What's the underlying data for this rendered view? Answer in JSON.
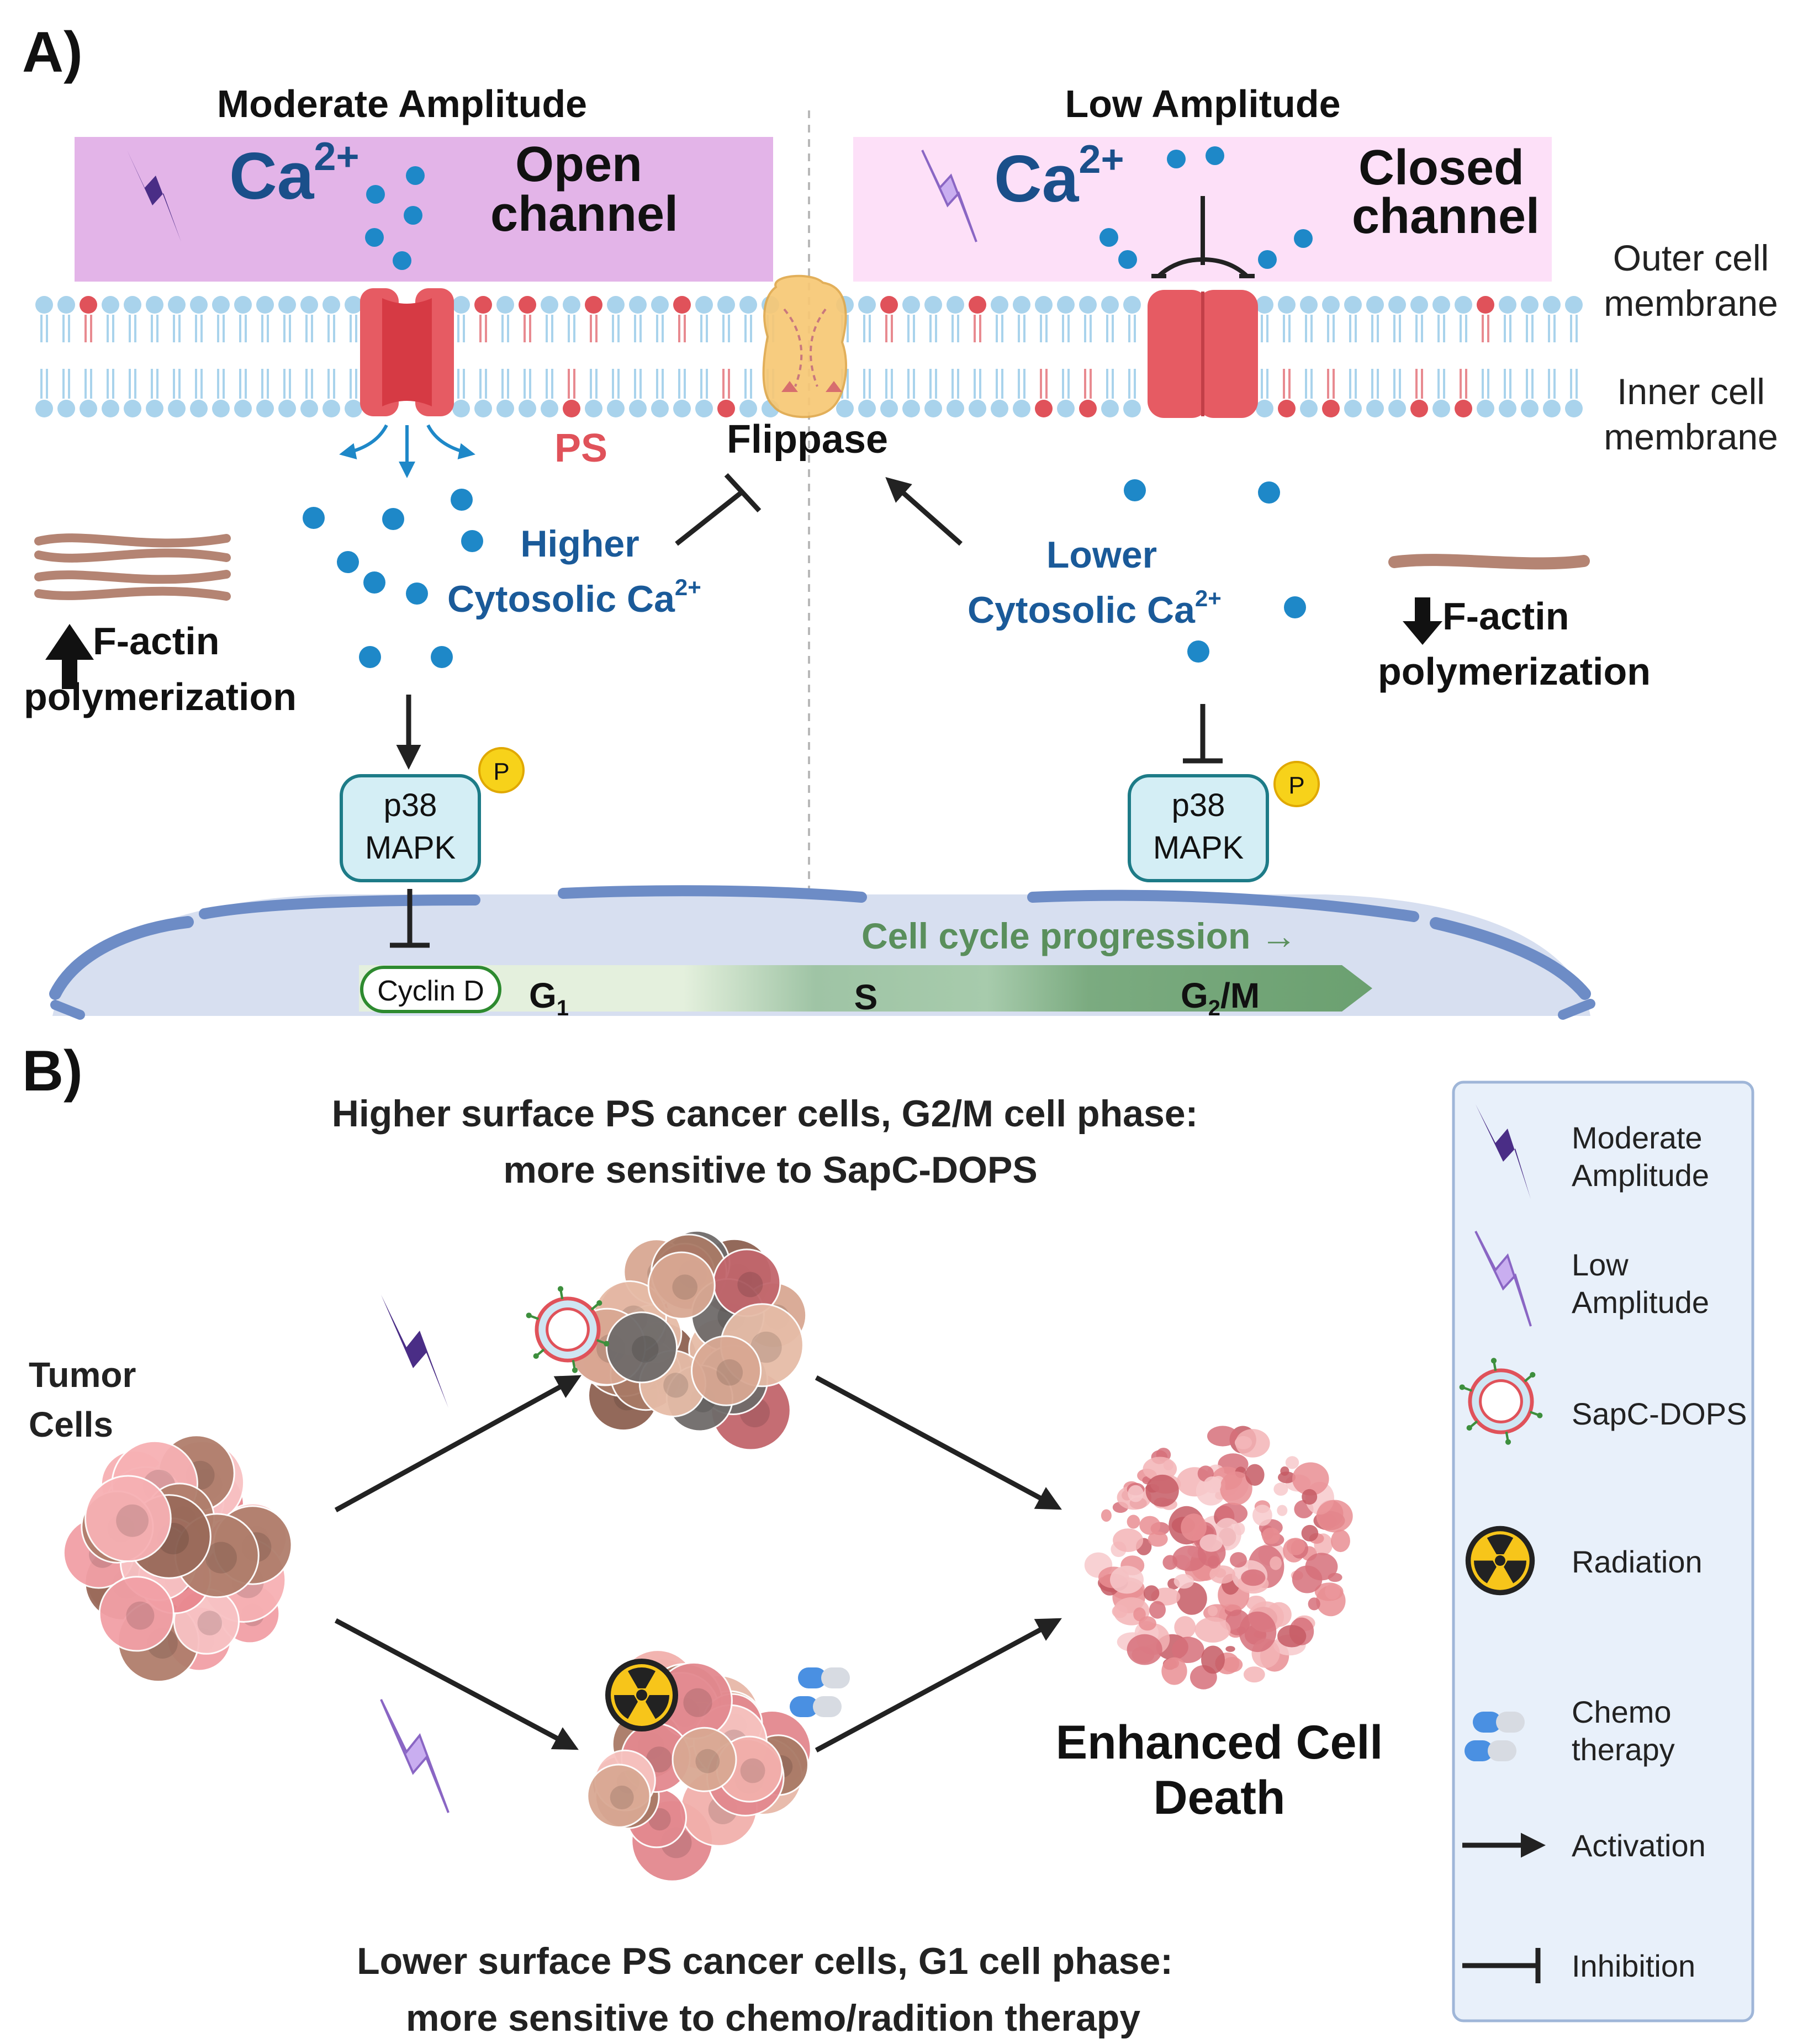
{
  "panel_a": {
    "label": "A)",
    "left_title": "Moderate Amplitude",
    "right_title": "Low Amplitude",
    "left_ca": "Ca",
    "right_ca": "Ca",
    "ca_sup": "2+",
    "open_channel_line1": "Open",
    "open_channel_line2": "channel",
    "closed_channel_line1": "Closed",
    "closed_channel_line2": "channel",
    "outer_membrane_line1": "Outer cell",
    "outer_membrane_line2": "membrane",
    "inner_membrane_line1": "Inner cell",
    "inner_membrane_line2": "membrane",
    "ps_label": "PS",
    "flippase_label": "Flippase",
    "higher_line1": "Higher",
    "higher_line2": "Cytosolic Ca",
    "lower_line1": "Lower",
    "lower_line2": "Cytosolic Ca",
    "factin_up_line1": "F-actin",
    "factin_up_line2": "polymerization",
    "factin_down_line1": "F-actin",
    "factin_down_line2": "polymerization",
    "p38_line1": "p38",
    "p38_line2": "MAPK",
    "phospho": "P",
    "cyclin": "Cyclin D",
    "phase_g1": "G",
    "phase_g1_sub": "1",
    "phase_s": "S",
    "phase_g2": "G",
    "phase_g2_sub": "2",
    "phase_g2_tail": "/M",
    "cell_cycle": "Cell cycle progression →"
  },
  "panel_b": {
    "label": "B)",
    "top_line1": "Higher surface PS cancer cells, G2/M cell phase:",
    "top_line2": "more sensitive to SapC-DOPS",
    "bottom_line1": "Lower surface PS cancer cells, G1 cell phase:",
    "bottom_line2": "more sensitive to chemo/radition therapy",
    "tumor_line1": "Tumor",
    "tumor_line2": "Cells",
    "result_line1": "Enhanced Cell",
    "result_line2": "Death"
  },
  "legend": {
    "moderate_line1": "Moderate",
    "moderate_line2": "Amplitude",
    "low_line1": "Low",
    "low_line2": "Amplitude",
    "sapc": "SapC-DOPS",
    "radiation": "Radiation",
    "chemo_line1": "Chemo",
    "chemo_line2": "therapy",
    "activation": "Activation",
    "inhibition": "Inhibition"
  },
  "colors": {
    "dark_blue_text": "#1a4f8a",
    "moderate_purple": "#4a2d86",
    "low_purple": "#b393e0",
    "moderate_band": "#e3b4e8",
    "low_band": "#fde0f8",
    "channel_red": "#e65b63",
    "ca_dot": "#1e88c8",
    "green_text": "#5a8f5c",
    "legend_bg": "#e8f0fa"
  }
}
